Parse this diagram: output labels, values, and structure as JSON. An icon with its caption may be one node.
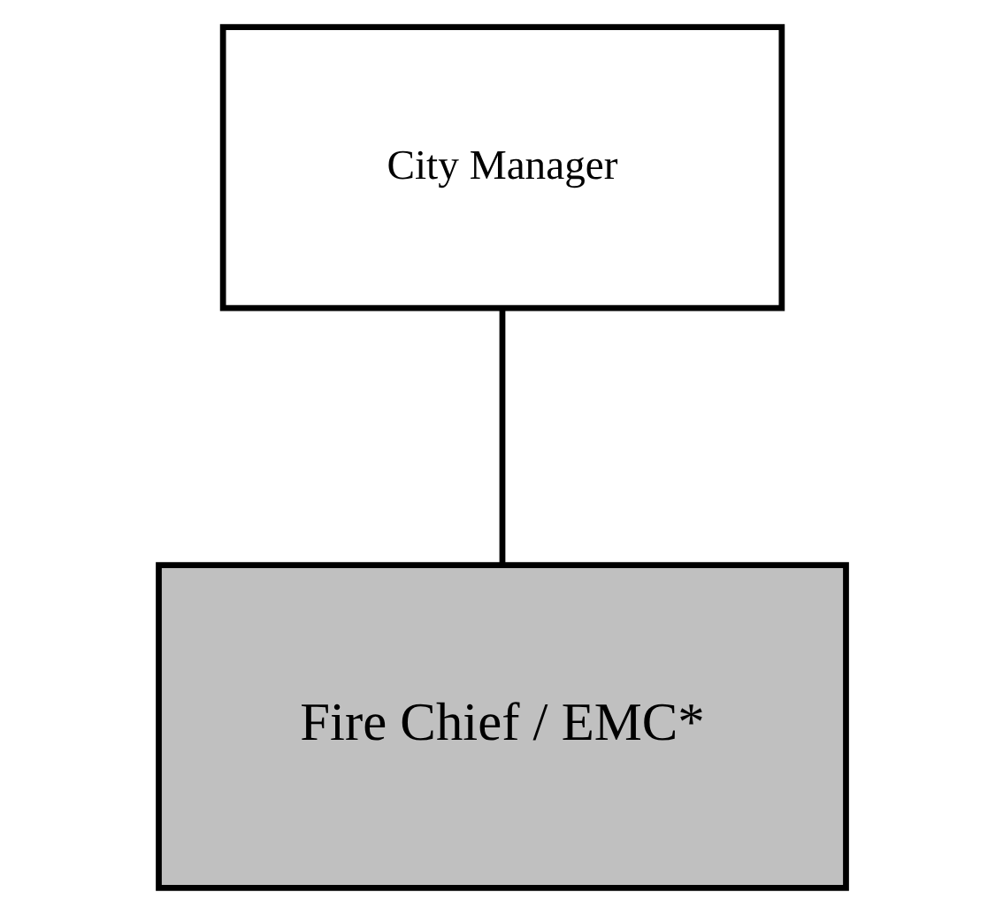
{
  "diagram": {
    "nodes": [
      {
        "text": [
          "City Manager"
        ]
      },
      {
        "text": [
          "Fire Chief / EMC*"
        ]
      }
    ],
    "edges": [
      {
        "from": 0,
        "to": 1,
        "arrow": "none"
      }
    ]
  }
}
